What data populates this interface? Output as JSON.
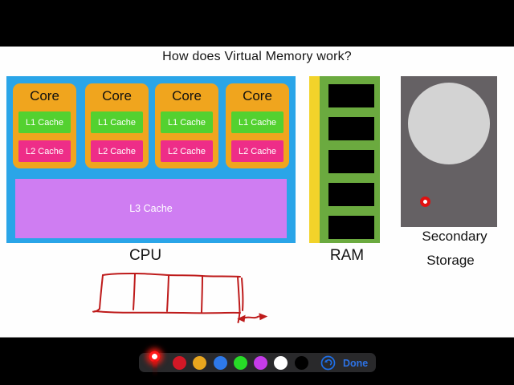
{
  "title": "How does Virtual Memory work?",
  "cpu": {
    "label": "CPU",
    "cores": [
      {
        "name": "Core",
        "l1": "L1 Cache",
        "l2": "L2 Cache"
      },
      {
        "name": "Core",
        "l1": "L1 Cache",
        "l2": "L2 Cache"
      },
      {
        "name": "Core",
        "l1": "L1 Cache",
        "l2": "L2 Cache"
      },
      {
        "name": "Core",
        "l1": "L1 Cache",
        "l2": "L2 Cache"
      }
    ],
    "l3_label": "L3 Cache",
    "colors": {
      "die": "#2AA5E8",
      "core": "#F0A51E",
      "l1": "#53D130",
      "l2": "#EE2D88",
      "l3": "#CF7DF2"
    }
  },
  "ram": {
    "label": "RAM",
    "chip_count": 5,
    "colors": {
      "edge": "#F2D32A",
      "board": "#6BAA3F",
      "chip": "#000000"
    }
  },
  "storage": {
    "label_line1": "Secondary",
    "label_line2": "Storage",
    "colors": {
      "body": "#656164",
      "platter": "#D3D3D3",
      "led": "#E01010"
    }
  },
  "sketch": {
    "ink_color": "#BE1B1B",
    "cells": 4
  },
  "toolbar": {
    "active_tool": "marker-pen",
    "colors": [
      {
        "name": "red",
        "value": "#D21826"
      },
      {
        "name": "amber",
        "value": "#E9A61E"
      },
      {
        "name": "blue",
        "value": "#2E79E9"
      },
      {
        "name": "green",
        "value": "#27DB27"
      },
      {
        "name": "magenta",
        "value": "#C53BE9"
      },
      {
        "name": "white",
        "value": "#FFFFFF"
      },
      {
        "name": "black",
        "value": "#000000"
      }
    ],
    "done_label": "Done",
    "accent": "#2D72E4"
  }
}
